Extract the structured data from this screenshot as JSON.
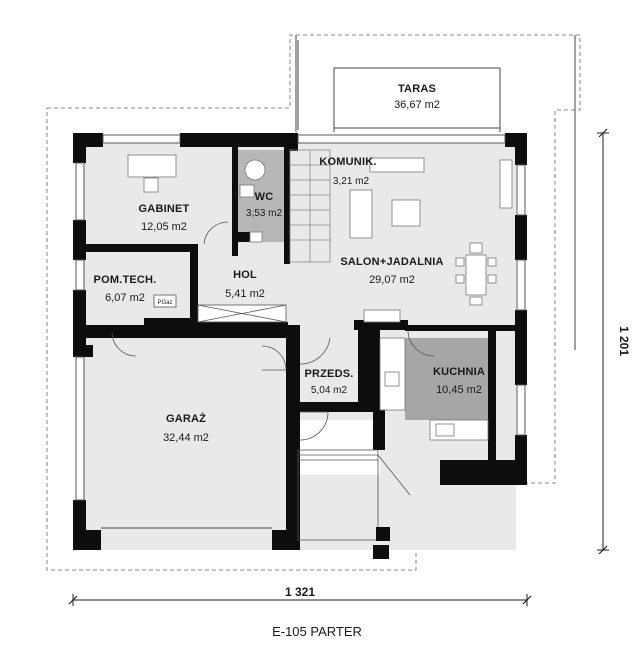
{
  "rooms": {
    "taras": {
      "name": "TARAS",
      "area": "36,67 m2"
    },
    "gabinet": {
      "name": "GABINET",
      "area": "12,05 m2"
    },
    "wc": {
      "name": "WC",
      "area": "3,53 m2"
    },
    "komunik": {
      "name": "KOMUNIK.",
      "area": "3,21 m2"
    },
    "salon": {
      "name": "SALON+JADALNIA",
      "area": "29,07 m2"
    },
    "pomtech": {
      "name": "POM.TECH.",
      "area": "6,07 m2"
    },
    "hol": {
      "name": "HOL",
      "area": "5,41 m2"
    },
    "przeds": {
      "name": "PRZEDS.",
      "area": "5,04 m2"
    },
    "kuchnia": {
      "name": "KUCHNIA",
      "area": "10,45 m2"
    },
    "garaz": {
      "name": "GARAŻ",
      "area": "32,44 m2"
    }
  },
  "labels": {
    "pgaz": "PGaz"
  },
  "dimensions": {
    "width": "1 321",
    "height": "1 201"
  },
  "caption": "E-105 PARTER",
  "colors": {
    "wall": "#0d0d0d",
    "wet_room": "#b7b7b7",
    "kitchen": "#a6a6a6",
    "floor": "#e9e9e9"
  }
}
